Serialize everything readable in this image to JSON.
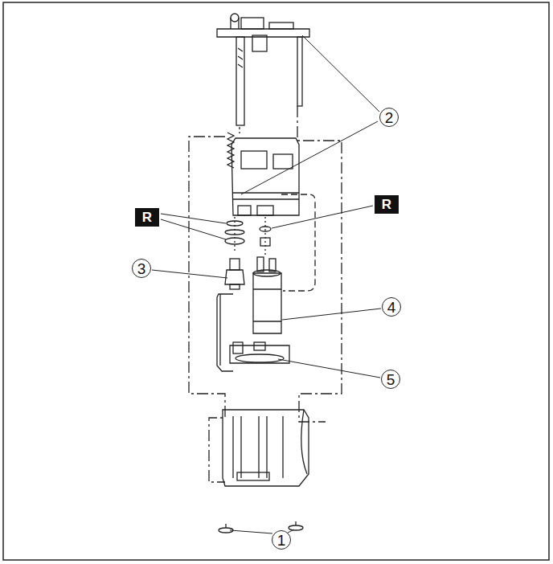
{
  "diagram": {
    "nodes": [
      {
        "text": [
          "R"
        ]
      },
      {
        "text": [
          "R"
        ]
      }
    ],
    "labels": [
      "2",
      "3",
      "4",
      "5",
      "1"
    ]
  }
}
